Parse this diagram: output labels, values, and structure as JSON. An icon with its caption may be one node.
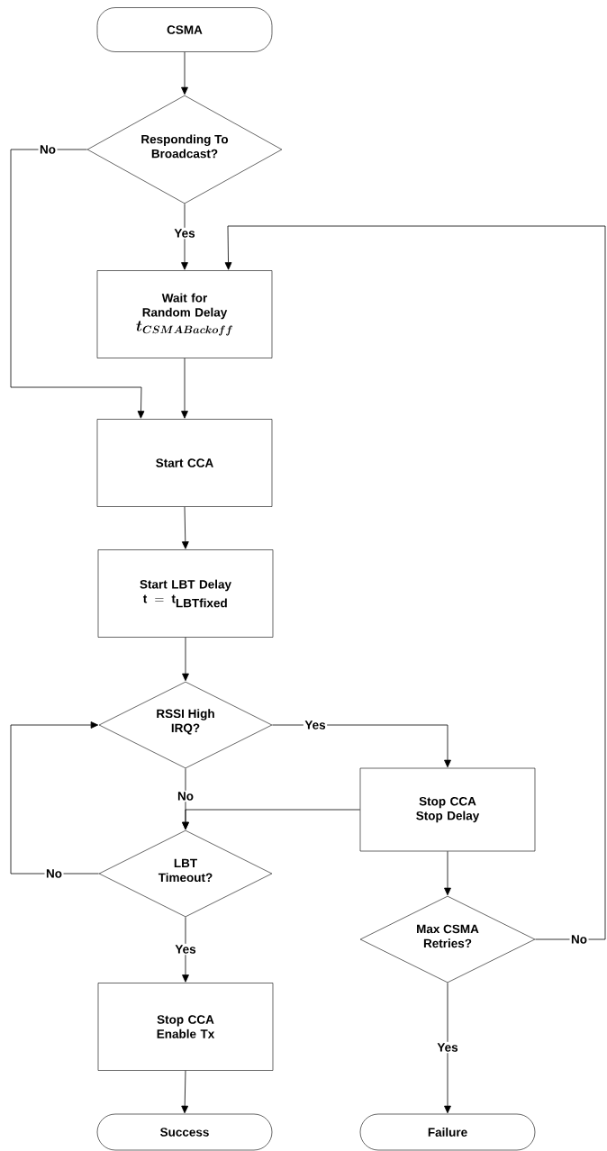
{
  "diagram": {
    "nodes": [
      {
        "text": [
          "CSMA"
        ]
      },
      {
        "text": [
          "Responding To Broadcast?"
        ]
      },
      {
        "text": [
          "Wait for Random Delay",
          "t_{CSMABackoff}"
        ]
      },
      {
        "text": [
          "Start CCA"
        ]
      },
      {
        "text": [
          "Start LBT Delay",
          "\\textbf{t} = \\textbf{t}_{\\textbf{LBTfixed}}"
        ]
      },
      {
        "text": [
          "RSSI High IRQ?"
        ]
      },
      {
        "text": [
          "Stop CCA Stop Delay"
        ]
      },
      {
        "text": [
          "LBT Timeout?"
        ]
      },
      {
        "text": [
          "Max CSMA Retries?"
        ]
      },
      {
        "text": [
          "Stop CCA Enable Tx"
        ]
      },
      {
        "text": [
          "Success"
        ]
      },
      {
        "text": [
          "Failure"
        ]
      }
    ],
    "edges": [
      {
        "from": 0,
        "to": 1,
        "arrow": "to"
      },
      {
        "from": 1,
        "to": 2,
        "arrow": "to",
        "label": "Yes"
      },
      {
        "from": 1,
        "to": 3,
        "arrow": "to",
        "label": "No"
      },
      {
        "from": 2,
        "to": 3,
        "arrow": "to"
      },
      {
        "from": 3,
        "to": 4,
        "arrow": "to"
      },
      {
        "from": 4,
        "to": 5,
        "arrow": "to"
      },
      {
        "from": 5,
        "to": 6,
        "arrow": "to",
        "label": "Yes"
      },
      {
        "from": 5,
        "to": 7,
        "arrow": "to",
        "label": "No"
      },
      {
        "from": 6,
        "to": 7,
        "arrow": "to"
      },
      {
        "from": 7,
        "to": 5,
        "arrow": "to",
        "label": "No"
      },
      {
        "from": 7,
        "to": 9,
        "arrow": "to",
        "label": "Yes"
      },
      {
        "from": 6,
        "to": 8,
        "arrow": "to"
      },
      {
        "from": 8,
        "to": 2,
        "arrow": "to",
        "label": "No"
      },
      {
        "from": 9,
        "to": 10,
        "arrow": "to"
      },
      {
        "from": 8,
        "to": 11,
        "arrow": "to",
        "label": "Yes"
      }
    ]
  }
}
